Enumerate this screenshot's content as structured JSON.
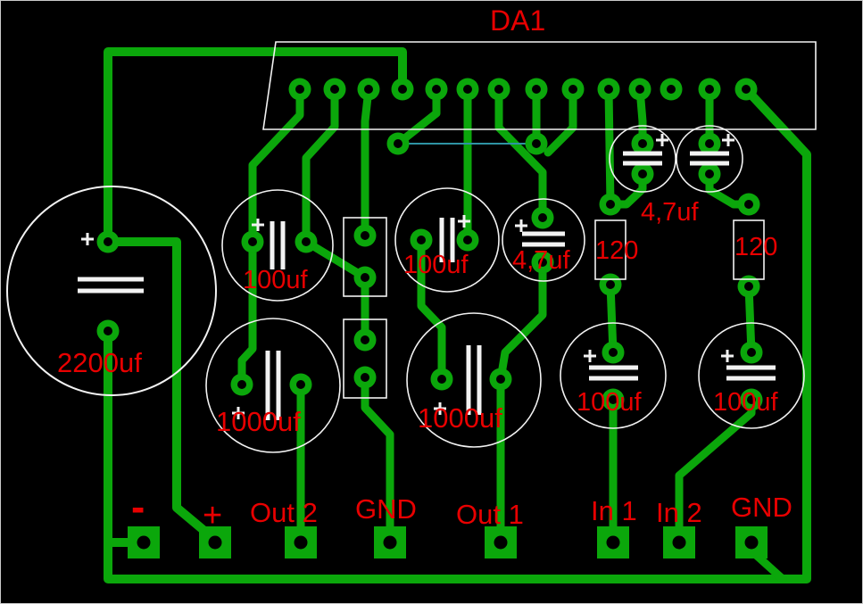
{
  "board": {
    "ic_label": "DA1",
    "components": {
      "c2200": "2200uf",
      "c100_a": "100uf",
      "c100_b": "100uf",
      "c47_top": "4,7uf",
      "c47_mid": "4,7uf",
      "r120_a": "120",
      "r120_b": "120",
      "c1000_a": "1000uf",
      "c1000_b": "1000uf",
      "c100_c": "100uf",
      "c100_d": "100uf"
    },
    "terminals": {
      "neg": "-",
      "pos": "+",
      "out2": "Out 2",
      "gnd_left": "GND",
      "out1": "Out 1",
      "in1": "In 1",
      "in2": "In 2",
      "gnd_right": "GND"
    },
    "colors": {
      "background": "#000000",
      "copper": "#0ba70b",
      "silkscreen": "#f2f2f2",
      "label": "#e80000",
      "jumper_wire": "#2e93a3",
      "frame": "#c9c9c9"
    }
  }
}
